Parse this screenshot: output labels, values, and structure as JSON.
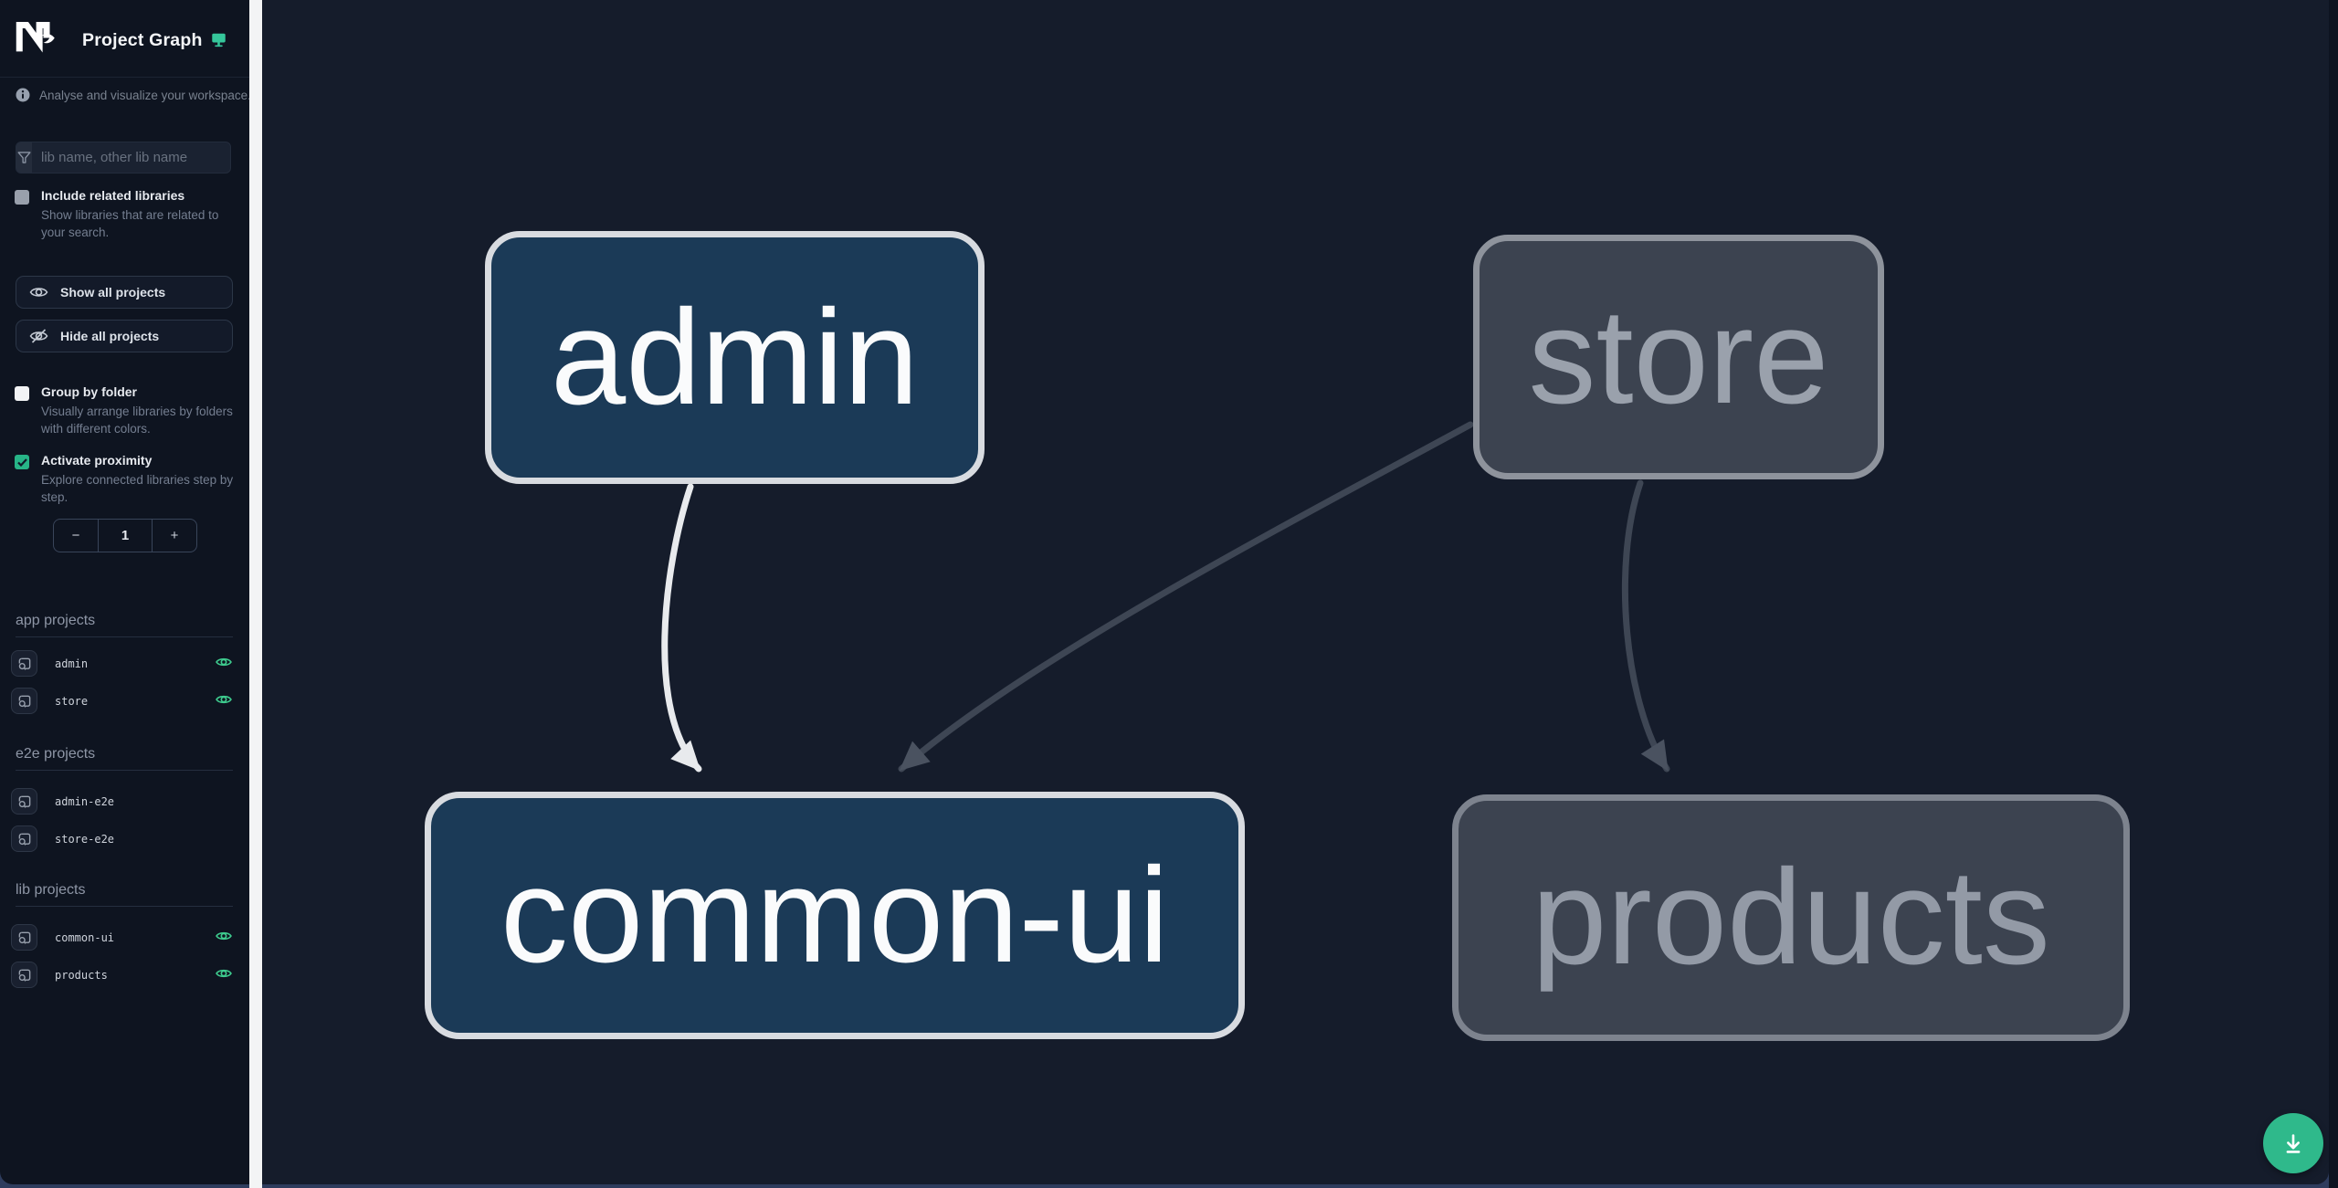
{
  "app": {
    "title": "Project Graph"
  },
  "tagline": {
    "text": "Analyse and visualize your workspace."
  },
  "search": {
    "placeholder": "lib name, other lib name"
  },
  "options": {
    "include_related": {
      "label": "Include related libraries",
      "description": "Show libraries that are related to your search.",
      "checked": false
    },
    "group_by_folder": {
      "label": "Group by folder",
      "description": "Visually arrange libraries by folders with different colors.",
      "checked": false
    },
    "activate_proximity": {
      "label": "Activate proximity",
      "description": "Explore connected libraries step by step.",
      "checked": true
    }
  },
  "actions": {
    "show_all": "Show all projects",
    "hide_all": "Hide all projects"
  },
  "proximity": {
    "decrement": "−",
    "value": "1",
    "increment": "+"
  },
  "sections": [
    {
      "title": "app projects",
      "items": [
        {
          "name": "admin",
          "visible": true
        },
        {
          "name": "store",
          "visible": true
        }
      ]
    },
    {
      "title": "e2e projects",
      "items": [
        {
          "name": "admin-e2e",
          "visible": false
        },
        {
          "name": "store-e2e",
          "visible": false
        }
      ]
    },
    {
      "title": "lib projects",
      "items": [
        {
          "name": "common-ui",
          "visible": true
        },
        {
          "name": "products",
          "visible": true
        }
      ]
    }
  ],
  "graph": {
    "nodes": [
      {
        "label": "admin",
        "state": "focused"
      },
      {
        "label": "store",
        "state": "dimmed"
      },
      {
        "label": "common-ui",
        "state": "focused"
      },
      {
        "label": "products",
        "state": "dimmed"
      }
    ],
    "edges": [
      {
        "from": "admin",
        "to": "common-ui",
        "style": "highlighted"
      },
      {
        "from": "store",
        "to": "common-ui",
        "style": "dimmed"
      },
      {
        "from": "store",
        "to": "products",
        "style": "dimmed"
      }
    ]
  },
  "fab": {
    "icon": "download-icon"
  },
  "colors": {
    "accent_teal": "#2fb98b",
    "eye_green": "#3ecb8e",
    "node_focused_fill": "#1b3a57",
    "node_dimmed_fill": "#3c4350",
    "edge_highlight": "#e8eaed",
    "edge_dimmed": "#3e4654"
  }
}
